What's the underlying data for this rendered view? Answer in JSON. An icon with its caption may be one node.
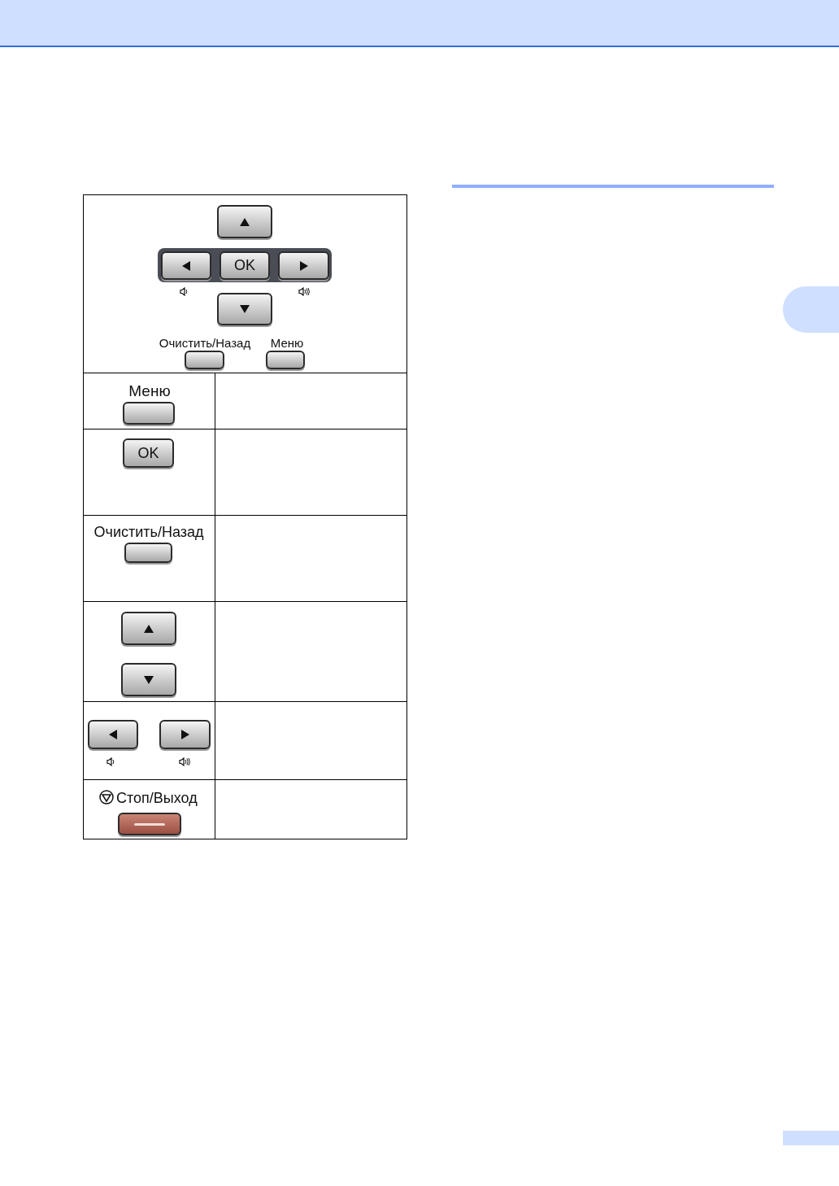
{
  "diagram": {
    "nodes": [
      {
        "text": [],
        "shape": "box"
      },
      {
        "text": [],
        "shape": "box"
      },
      {
        "text": [
          "OK"
        ]
      },
      {
        "text": [],
        "shape": "box"
      },
      {
        "text": [],
        "shape": "box"
      },
      {
        "text": [],
        "shape": "box"
      },
      {
        "text": [],
        "shape": "box"
      },
      {
        "text": [],
        "shape": "box"
      },
      {
        "text": [
          "OK"
        ]
      },
      {
        "text": [],
        "shape": "box"
      },
      {
        "text": [],
        "shape": "box"
      },
      {
        "text": [],
        "shape": "box"
      },
      {
        "text": [],
        "shape": "box"
      },
      {
        "text": [],
        "shape": "box"
      },
      {
        "text": [],
        "shape": "box"
      }
    ],
    "labels": [
      "Очистить/Назад",
      "Меню",
      "Меню",
      "Очистить/Назад",
      "Стоп/Выход"
    ]
  }
}
